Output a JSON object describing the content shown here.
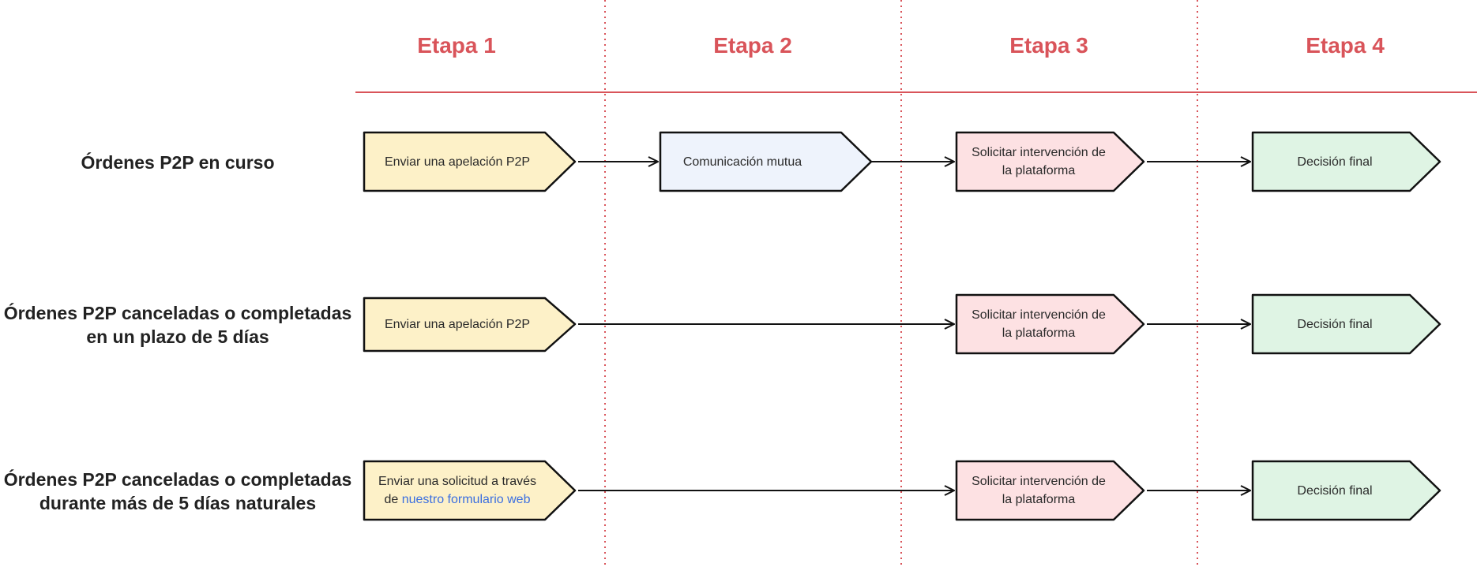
{
  "stages": [
    "Etapa 1",
    "Etapa 2",
    "Etapa 3",
    "Etapa 4"
  ],
  "rows": [
    {
      "label": [
        "Órdenes P2P en curso"
      ]
    },
    {
      "label": [
        "Órdenes P2P canceladas o completadas",
        "en un plazo de 5 días"
      ]
    },
    {
      "label": [
        "Órdenes P2P canceladas o completadas",
        "durante más de 5 días naturales"
      ]
    }
  ],
  "steps": {
    "r1_s1": [
      "Enviar una apelación P2P"
    ],
    "r1_s2": [
      "Comunicación mutua"
    ],
    "r1_s3": [
      "Solicitar intervención de",
      "la plataforma"
    ],
    "r1_s4": [
      "Decisión final"
    ],
    "r2_s1": [
      "Enviar una apelación P2P"
    ],
    "r2_s3": [
      "Solicitar intervención de",
      "la plataforma"
    ],
    "r2_s4": [
      "Decisión final"
    ],
    "r3_s1": {
      "line1": "Enviar una solicitud a través",
      "line2_prefix": "de ",
      "link": "nuestro formulario web"
    },
    "r3_s3": [
      "Solicitar intervención de",
      "la plataforma"
    ],
    "r3_s4": [
      "Decisión final"
    ]
  },
  "colors": {
    "accent": "#d9545a",
    "yellow": "#fdf1c8",
    "blue": "#eef3fc",
    "pink": "#fde1e3",
    "green": "#dff4e4",
    "link": "#3b6fe0"
  }
}
